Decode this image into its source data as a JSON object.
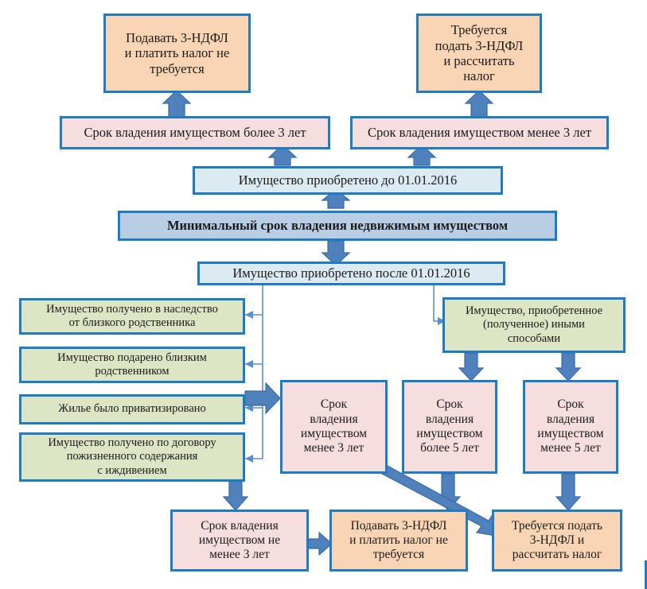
{
  "diagram": {
    "title": "Минимальный срок владения недвижимым имуществом",
    "language": "ru",
    "type": "flowchart",
    "colors": {
      "outcome_peach": "#FAD5B4",
      "period_pink": "#F6DEDE",
      "condition_green": "#DCE5C4",
      "decision_light_blue": "#DCEAF2",
      "root_blue": "#B9CDE5",
      "border_blue": "#1F7CC4",
      "arrow_blue": "#4F81BD",
      "thin_line_blue": "#5B8FC7"
    },
    "nodes": {
      "top_left_outcome": "Подавать 3-НДФЛ\nи платить налог не\nтребуется",
      "top_right_outcome": "Требуется\nподать 3-НДФЛ\nи рассчитать\nналог",
      "more_3_years": "Срок владения имуществом более 3 лет",
      "less_3_years": "Срок владения имуществом менее 3 лет",
      "acquired_before": "Имущество приобретено до 01.01.2016",
      "root": "Минимальный срок владения недвижимым имуществом",
      "acquired_after": "Имущество приобретено после 01.01.2016",
      "cond_inheritance": "Имущество получено в наследство\nот близкого родственника",
      "cond_gift": "Имущество подарено близким\nродственником",
      "cond_privatized": "Жилье было приватизировано",
      "cond_annuity": "Имущество получено по договору\nпожизненного содержания\nс иждивением",
      "cond_other_ways": "Имущество, приобретенное\n(полученное) иными\nспособами",
      "period_less_3": "Срок\nвладения\nимуществом\nменее 3 лет",
      "period_more_5": "Срок\nвладения\nимуществом\nболее 5 лет",
      "period_less_5": "Срок\nвладения\nимуществом\nменее 5 лет",
      "bottom_not_less_3": "Срок владения\nимуществом не\nменее 3 лет",
      "bottom_no_tax": "Подавать 3-НДФЛ\nи платить налог не\nтребуется",
      "bottom_tax_due": "Требуется подать\n3-НДФЛ и\nрассчитать налог"
    }
  }
}
